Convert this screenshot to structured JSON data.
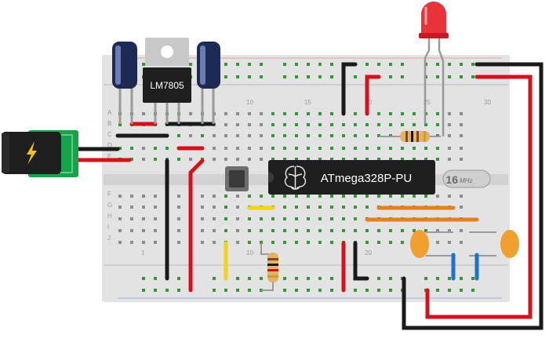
{
  "regulator": {
    "label": "LM7805"
  },
  "microcontroller": {
    "label": "ATmega328P-PU"
  },
  "crystal": {
    "label": "16",
    "unit": "MHz"
  },
  "breadboard": {
    "row_labels_top": [
      "A",
      "B",
      "C",
      "D",
      "E"
    ],
    "row_labels_bottom": [
      "F",
      "G",
      "H",
      "I",
      "J"
    ],
    "column_numbers_top": [
      "10",
      "15",
      "20",
      "25",
      "30"
    ],
    "column_numbers_bottom": [
      "1",
      "10",
      "20"
    ]
  },
  "colors": {
    "board": "#e3e3e3",
    "hole_green": "#2e9b30",
    "hole_empty": "#8c8c8c",
    "wire_red": "#d4121b",
    "wire_black": "#1a1a1a",
    "wire_yellow": "#f2d21a",
    "wire_orange": "#e6801c",
    "wire_blue": "#1d73c9",
    "chip": "#1f1f1f",
    "led": "#e8333a",
    "jack_board": "#16a34a",
    "capacitor": "#1d2a55",
    "ceramic_cap": "#f0a030"
  },
  "icons": {
    "power_jack": "lightning-bolt-icon",
    "microcontroller_logo": "brain-icon"
  }
}
